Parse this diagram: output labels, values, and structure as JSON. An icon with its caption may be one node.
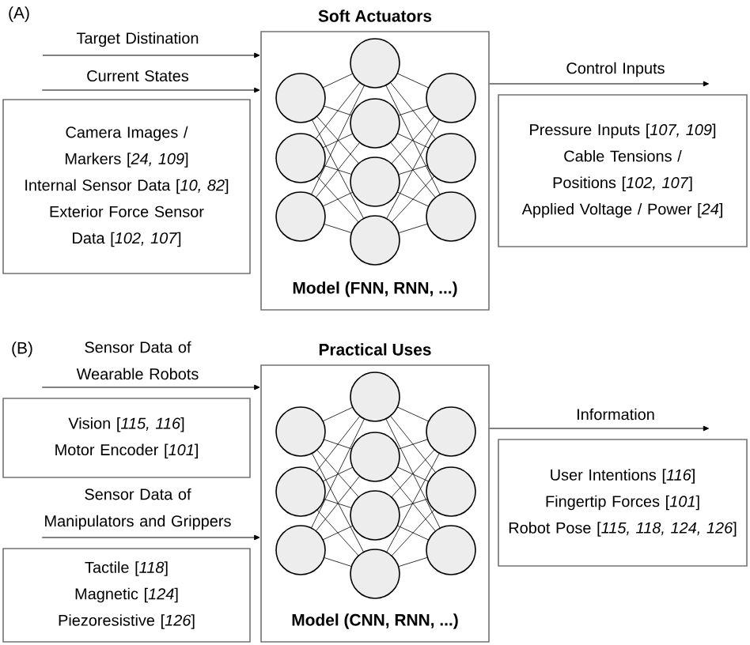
{
  "diagram": {
    "nodes": [
      {
        "text": [
          "Camera Images / Markers [*24, 109*]",
          "Internal Sensor Data [*10, 82*]",
          "Exterior Force Sensor Data [*102, 107*]"
        ]
      },
      {
        "text": [
          "Soft Actuators",
          "Model (FNN, RNN, ...)"
        ]
      },
      {
        "text": [
          "Pressure Inputs [*107, 109*]",
          "Cable Tensions / Positions [*102, 107*]",
          "Applied Voltage / Power [*24*]"
        ]
      },
      {
        "text": [
          "Vision [*115, 116*]",
          "Motor Encoder [*101*]"
        ]
      },
      {
        "text": [
          "Tactile [*118*]",
          "Magnetic [*124*]",
          "Piezoresistive [*126*]"
        ]
      },
      {
        "text": [
          "Practical Uses",
          "Model (CNN, RNN, ...)"
        ]
      },
      {
        "text": [
          "User Intentions [*116*]",
          "Fingertip Forces [*101*]",
          "Robot Pose [*115, 118, 124, 126*]"
        ]
      }
    ],
    "edges": [
      {
        "from": null,
        "to": 1,
        "arrow": "to",
        "label": "Target Distination"
      },
      {
        "from": 0,
        "to": 1,
        "arrow": "to",
        "label": "Current States"
      },
      {
        "from": 1,
        "to": 2,
        "arrow": "to",
        "label": "Control Inputs"
      },
      {
        "from": 3,
        "to": 5,
        "arrow": "to",
        "label": "Sensor Data of Wearable Robots"
      },
      {
        "from": 4,
        "to": 5,
        "arrow": "to",
        "label": "Sensor Data of Manipulators and Grippers"
      },
      {
        "from": 5,
        "to": 6,
        "arrow": "to",
        "label": "Information"
      }
    ],
    "labels": [
      "(A)",
      "(B)"
    ]
  }
}
